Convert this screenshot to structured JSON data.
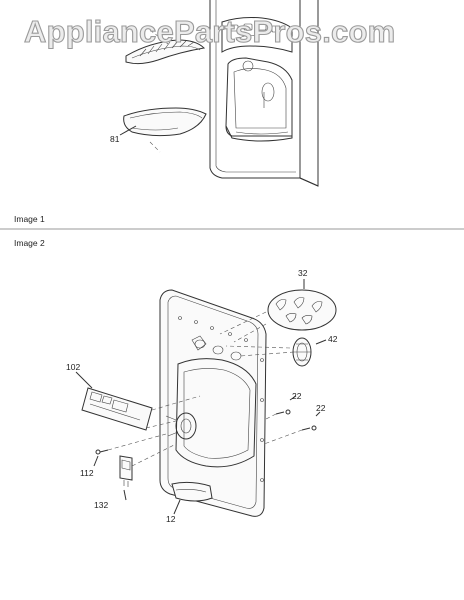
{
  "watermark": "AppliancePartsPros.com",
  "sections": [
    {
      "title": "Image 1"
    },
    {
      "title": "Image 2"
    }
  ],
  "callouts": {
    "p81": "81",
    "p32": "32",
    "p42": "42",
    "p102": "102",
    "p22a": "22",
    "p22b": "22",
    "p112": "112",
    "p132": "132",
    "p12": "12"
  },
  "colors": {
    "line": "#333333",
    "watermark_fill": "#ececec",
    "watermark_stroke": "#9a9a9a",
    "divider": "#9a9a9a"
  }
}
